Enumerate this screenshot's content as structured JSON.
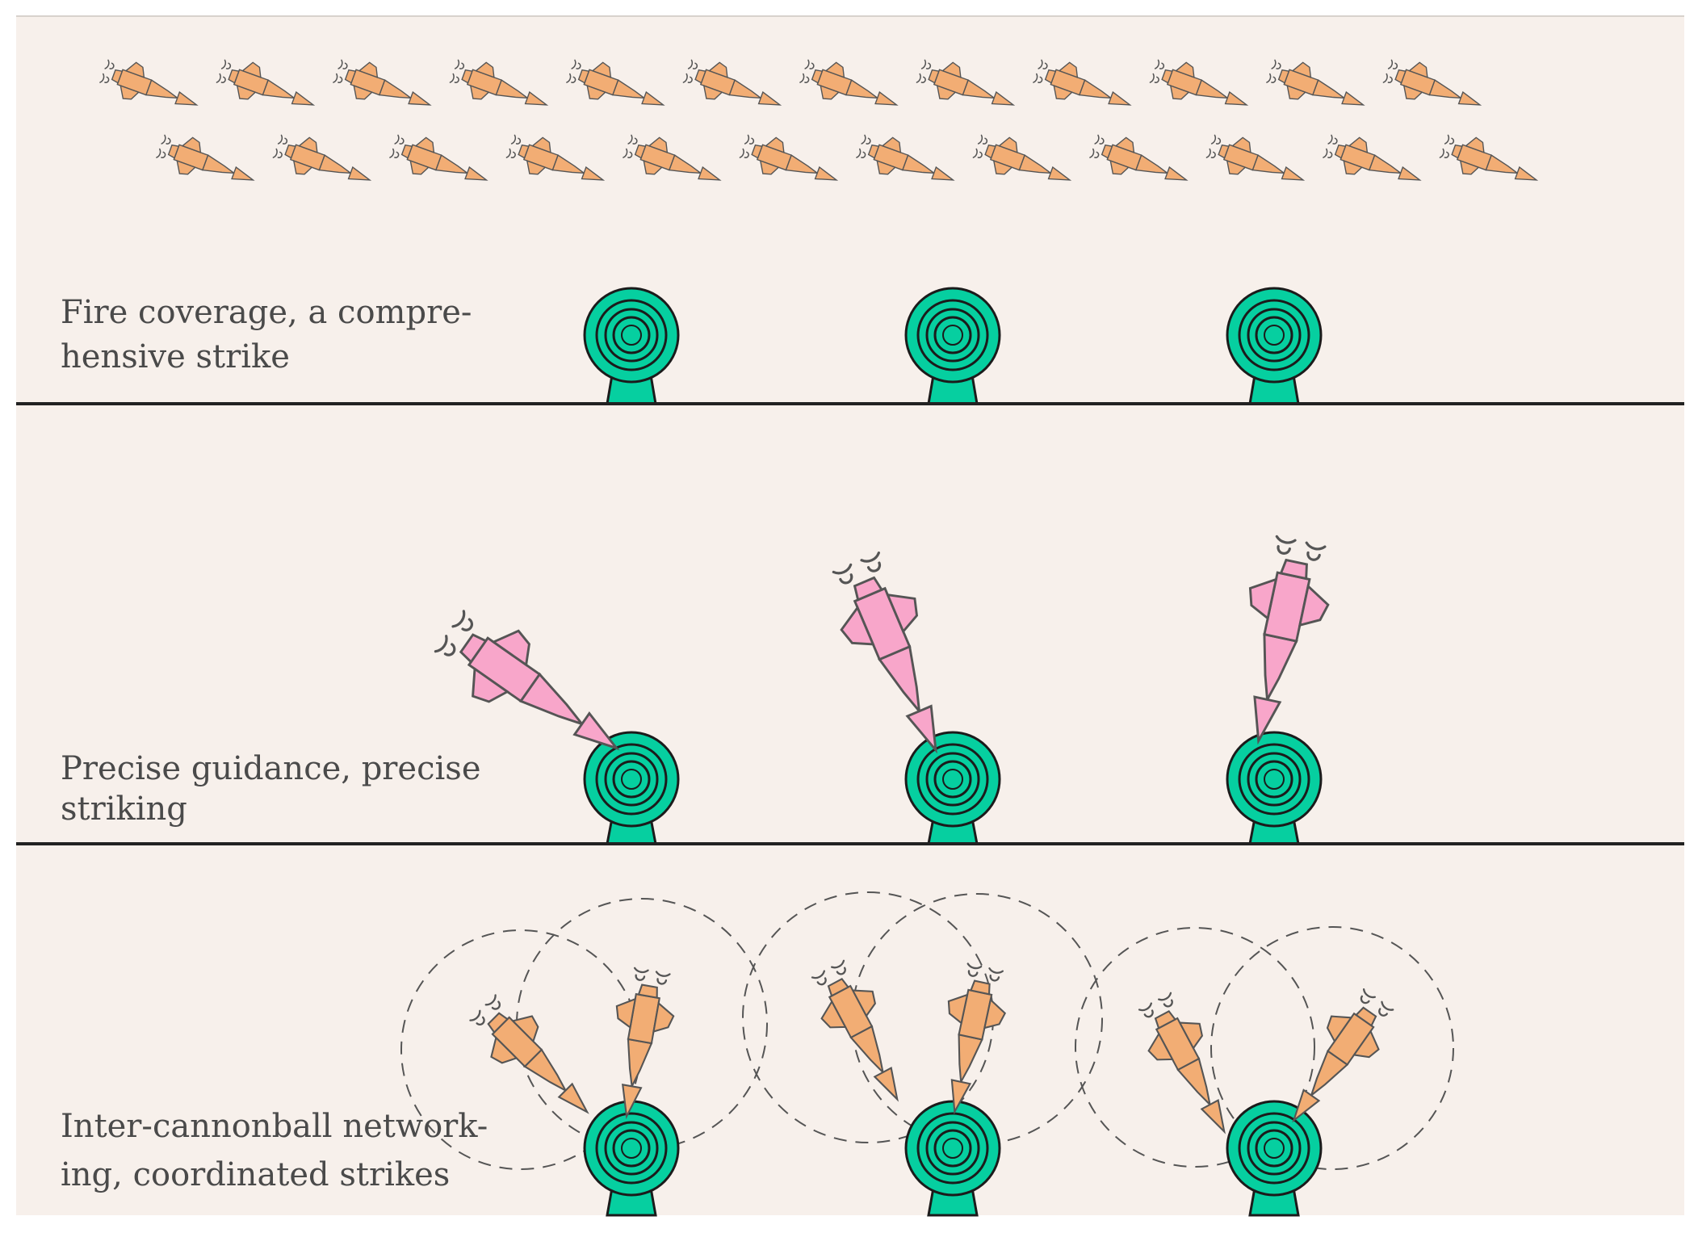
{
  "panels": [
    {
      "id": "coverage",
      "caption_lines": [
        "Fire coverage, a compre-",
        "hensive strike"
      ]
    },
    {
      "id": "guidance",
      "caption_lines": [
        "Precise guidance, precise",
        "striking"
      ]
    },
    {
      "id": "networking",
      "caption_lines": [
        "Inter-cannonball  network-",
        "ing, coordinated strikes"
      ]
    }
  ],
  "colors": {
    "background": "#f7f0eb",
    "divider": "#222222",
    "target_fill": "#06cfa0",
    "target_stroke": "#1b1b1b",
    "orange_projectile": "#f2ad74",
    "pink_projectile": "#f8a6ca",
    "projectile_stroke": "#555555",
    "network_ring": "#555555"
  },
  "icons": {
    "target": "bullseye-target-icon",
    "orange_projectile": "orange-cannonball-icon",
    "pink_projectile": "pink-guided-cannonball-icon"
  }
}
